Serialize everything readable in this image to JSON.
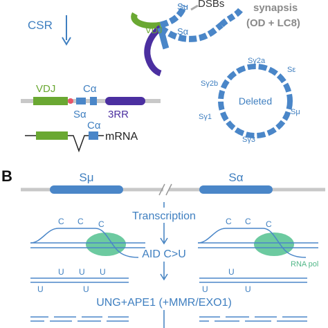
{
  "panel_a": {
    "csr": "CSR",
    "dsbs": "DSBs",
    "synapsis_line1": "synapsis",
    "synapsis_line2": "(OD + LC8)",
    "smu_top": "Sμ",
    "salpha_top": "Sα",
    "vdj_top": "VDJ",
    "deleted": "Deleted",
    "circle_labels": [
      "Sγ2a",
      "Sε",
      "Sγ2b",
      "Sμ",
      "Sγ1",
      "Sγ3"
    ],
    "vdj_bottom": "VDJ",
    "calpha": "Cα",
    "salpha_bottom": "Sα",
    "three_rr": "3RR",
    "calpha_mrna": "Cα",
    "mrna": "mRNA"
  },
  "panel_b": {
    "letter": "B",
    "smu": "Sμ",
    "salpha": "Sα",
    "transcription": "Transcription",
    "c_labels": [
      "C",
      "C",
      "C",
      "C",
      "C",
      "C"
    ],
    "aid": "AID C>U",
    "rna_pol": "RNA pol",
    "u_labels": [
      "U",
      "U",
      "U",
      "U",
      "U",
      "U",
      "U",
      "U"
    ],
    "ung": "UNG+APE1 (+MMR/EXO1)"
  },
  "colors": {
    "blue": "#4a86c8",
    "text_blue": "#3f7fc0",
    "green": "#6aa832",
    "purple": "#4b2fa0",
    "grey": "#c8c8c8",
    "red": "#e8566a",
    "rna_pol": "#6ccaa0"
  }
}
